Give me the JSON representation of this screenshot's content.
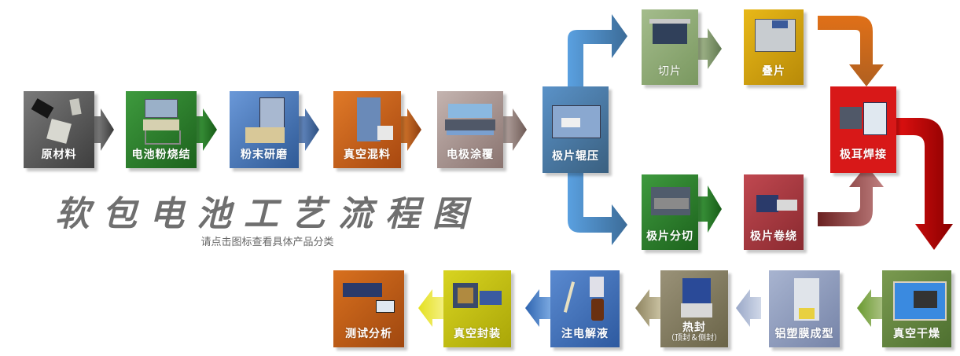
{
  "title": "软包电池工艺流程图",
  "subtitle": "请点击图标查看具体产品分类",
  "steps": {
    "raw_material": {
      "label": "原材料",
      "color": "#5a5a5a"
    },
    "sintering": {
      "label": "电池粉烧结",
      "color": "#2e7d32"
    },
    "grinding": {
      "label": "粉末研磨",
      "color": "#4a78b8"
    },
    "vacuum_mixing": {
      "label": "真空混料",
      "color": "#c8601a"
    },
    "coating": {
      "label": "电极涂覆",
      "color": "#a08c88"
    },
    "rolling": {
      "label": "极片辊压",
      "color": "#4f7fa8"
    },
    "cutting": {
      "label": "切片",
      "color": "#8fa878"
    },
    "stacking": {
      "label": "叠片",
      "color": "#d4a010"
    },
    "slitting": {
      "label": "极片分切",
      "color": "#2e7d32"
    },
    "winding": {
      "label": "极片卷绕",
      "color": "#a83a40"
    },
    "tab_welding": {
      "label": "极耳焊接",
      "color": "#d41010"
    },
    "vacuum_drying": {
      "label": "真空干燥",
      "color": "#6a8c40"
    },
    "pouch_forming": {
      "label": "铝塑膜成型",
      "color": "#8e9ab8"
    },
    "heat_seal": {
      "label": "热封",
      "sublabel": "（顶封＆侧封）",
      "color": "#857e64"
    },
    "electrolyte_injection": {
      "label": "注电解液",
      "color": "#3f72b8"
    },
    "vacuum_sealing": {
      "label": "真空封装",
      "color": "#c4c010"
    },
    "testing": {
      "label": "测试分析",
      "color": "#c0601a"
    }
  }
}
